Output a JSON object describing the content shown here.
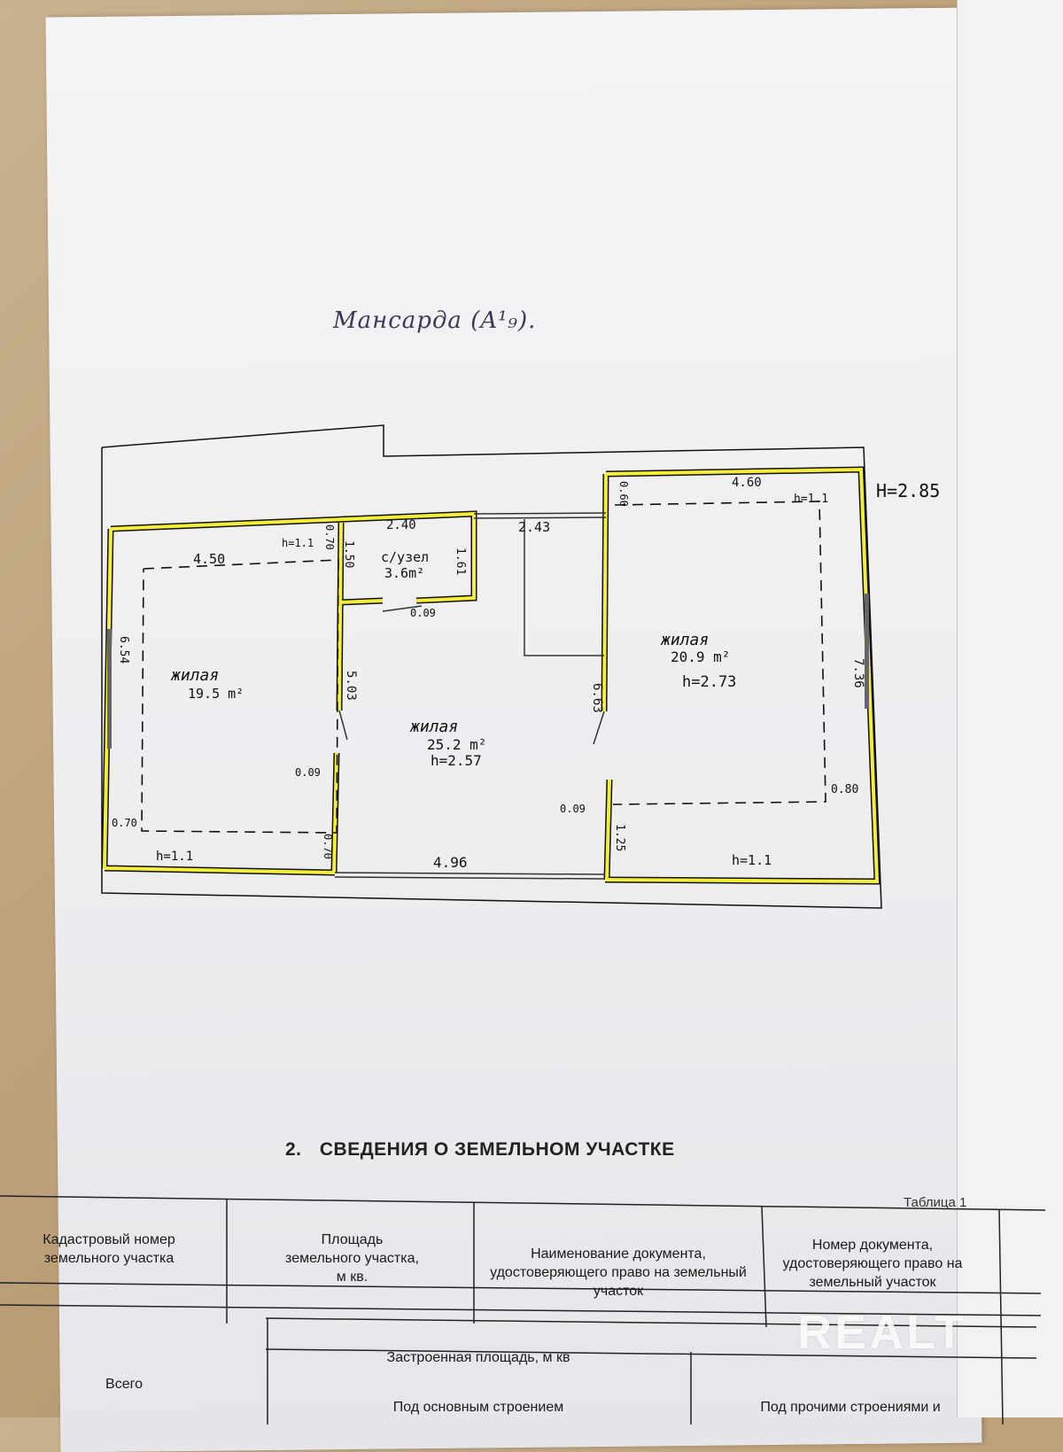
{
  "plan": {
    "title": "Мансарда (A¹₉).",
    "height_label": "H=2.85",
    "rooms": [
      {
        "name": "жилая",
        "area": "19.5 m²"
      },
      {
        "name": "с/узел",
        "area": "3.6m²"
      },
      {
        "name": "жилая",
        "area": "25.2 m²",
        "height": "h=2.57"
      },
      {
        "name": "жилая",
        "area": "20.9 m²",
        "height": "h=2.73"
      }
    ],
    "dims": {
      "d450": "4.50",
      "d654": "6.54",
      "d070a": "0.70",
      "d070b": "0.70",
      "d070c": "0.70",
      "h11a": "h=1.1",
      "h11b": "h=1.1",
      "h11c": "h=1.1",
      "h11d": "h=1.1",
      "d150": "1.50",
      "d240": "2.40",
      "d161": "1.61",
      "d009a": "0.09",
      "d009b": "0.09",
      "d009c": "0.09",
      "d503": "5.03",
      "d496": "4.96",
      "d243": "2.43",
      "d663": "6.63",
      "d125": "1.25",
      "d060": "0.60",
      "d460": "4.60",
      "d736": "7.36",
      "d080": "0.80"
    }
  },
  "section": {
    "number": "2.",
    "title": "СВЕДЕНИЯ О ЗЕМЕЛЬНОМ УЧАСТКЕ",
    "table_label": "Таблица 1",
    "headers": [
      "Кадастровый номер земельного участка",
      "Площадь земельного участка, м кв.",
      "Наименование документа, удостоверяющего право на земельный участок",
      "Номер документа, удостоверяющего право на земельный участок"
    ],
    "built_area": "Застроенная площадь, м кв",
    "total": "Всего",
    "main_building": "Под основным строением",
    "other_buildings": "Под прочими строениями и"
  },
  "watermark": "REALT"
}
